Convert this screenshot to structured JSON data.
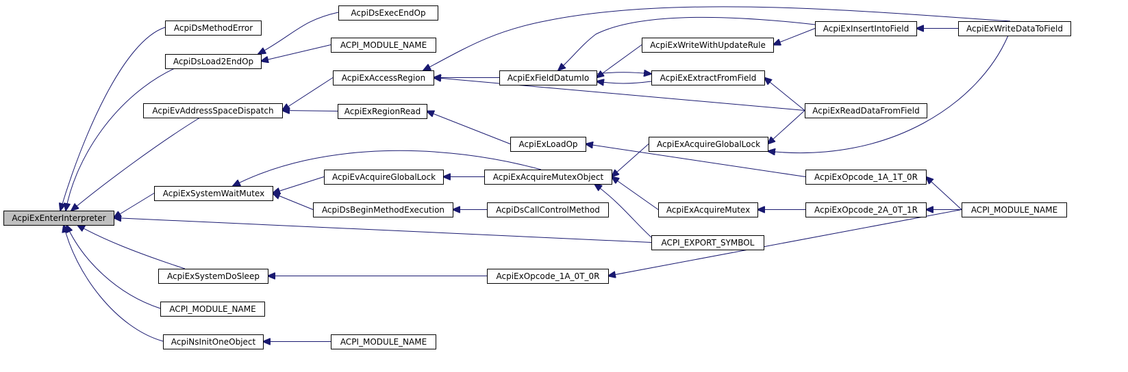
{
  "diagram": {
    "type": "call-graph",
    "root": "enter_interpreter",
    "colors": {
      "edge": "#191970",
      "root_fill": "#bfbfbf",
      "node_fill": "#ffffff",
      "node_stroke": "#000000"
    },
    "nodes": [
      {
        "id": "enter_interpreter",
        "label": "AcpiExEnterInterpreter"
      },
      {
        "id": "ds_method_error",
        "label": "AcpiDsMethodError"
      },
      {
        "id": "ds_load2_end_op",
        "label": "AcpiDsLoad2EndOp"
      },
      {
        "id": "ev_address_space_dispatch",
        "label": "AcpiEvAddressSpaceDispatch"
      },
      {
        "id": "ex_system_wait_mutex",
        "label": "AcpiExSystemWaitMutex"
      },
      {
        "id": "ex_system_do_sleep",
        "label": "AcpiExSystemDoSleep"
      },
      {
        "id": "module_name_1",
        "label": "ACPI_MODULE_NAME"
      },
      {
        "id": "ns_init_one_object",
        "label": "AcpiNsInitOneObject"
      },
      {
        "id": "ds_exec_end_op",
        "label": "AcpiDsExecEndOp"
      },
      {
        "id": "module_name_2",
        "label": "ACPI_MODULE_NAME"
      },
      {
        "id": "ex_access_region",
        "label": "AcpiExAccessRegion"
      },
      {
        "id": "ex_region_read",
        "label": "AcpiExRegionRead"
      },
      {
        "id": "ev_acquire_global_lock",
        "label": "AcpiEvAcquireGlobalLock"
      },
      {
        "id": "ds_begin_method_execution",
        "label": "AcpiDsBeginMethodExecution"
      },
      {
        "id": "module_name_3",
        "label": "ACPI_MODULE_NAME"
      },
      {
        "id": "ex_field_datum_io",
        "label": "AcpiExFieldDatumIo"
      },
      {
        "id": "ex_load_op",
        "label": "AcpiExLoadOp"
      },
      {
        "id": "ex_acquire_mutex_object",
        "label": "AcpiExAcquireMutexObject"
      },
      {
        "id": "ds_call_control_method",
        "label": "AcpiDsCallControlMethod"
      },
      {
        "id": "ex_opcode_1a_0t_0r",
        "label": "AcpiExOpcode_1A_0T_0R"
      },
      {
        "id": "ex_write_with_update_rule",
        "label": "AcpiExWriteWithUpdateRule"
      },
      {
        "id": "ex_extract_from_field",
        "label": "AcpiExExtractFromField"
      },
      {
        "id": "ex_acquire_global_lock",
        "label": "AcpiExAcquireGlobalLock"
      },
      {
        "id": "ex_acquire_mutex",
        "label": "AcpiExAcquireMutex"
      },
      {
        "id": "export_symbol",
        "label": "ACPI_EXPORT_SYMBOL"
      },
      {
        "id": "ex_insert_into_field",
        "label": "AcpiExInsertIntoField"
      },
      {
        "id": "ex_read_data_from_field",
        "label": "AcpiExReadDataFromField"
      },
      {
        "id": "ex_opcode_1a_1t_0r",
        "label": "AcpiExOpcode_1A_1T_0R"
      },
      {
        "id": "ex_opcode_2a_0t_1r",
        "label": "AcpiExOpcode_2A_0T_1R"
      },
      {
        "id": "ex_write_data_to_field",
        "label": "AcpiExWriteDataToField"
      },
      {
        "id": "module_name_4",
        "label": "ACPI_MODULE_NAME"
      }
    ],
    "edges": [
      {
        "from": "ds_method_error",
        "to": "enter_interpreter"
      },
      {
        "from": "ds_load2_end_op",
        "to": "enter_interpreter"
      },
      {
        "from": "ev_address_space_dispatch",
        "to": "enter_interpreter"
      },
      {
        "from": "ex_system_wait_mutex",
        "to": "enter_interpreter"
      },
      {
        "from": "export_symbol",
        "to": "enter_interpreter"
      },
      {
        "from": "ex_system_do_sleep",
        "to": "enter_interpreter"
      },
      {
        "from": "module_name_1",
        "to": "enter_interpreter"
      },
      {
        "from": "ns_init_one_object",
        "to": "enter_interpreter"
      },
      {
        "from": "ds_exec_end_op",
        "to": "ds_load2_end_op"
      },
      {
        "from": "module_name_2",
        "to": "ds_load2_end_op"
      },
      {
        "from": "ex_access_region",
        "to": "ev_address_space_dispatch"
      },
      {
        "from": "ex_region_read",
        "to": "ev_address_space_dispatch"
      },
      {
        "from": "ex_acquire_mutex_object",
        "to": "ex_system_wait_mutex"
      },
      {
        "from": "ev_acquire_global_lock",
        "to": "ex_system_wait_mutex"
      },
      {
        "from": "ds_begin_method_execution",
        "to": "ex_system_wait_mutex"
      },
      {
        "from": "ex_opcode_1a_0t_0r",
        "to": "ex_system_do_sleep"
      },
      {
        "from": "module_name_3",
        "to": "ns_init_one_object"
      },
      {
        "from": "ex_write_data_to_field",
        "to": "ex_access_region"
      },
      {
        "from": "ex_field_datum_io",
        "to": "ex_access_region"
      },
      {
        "from": "ex_read_data_from_field",
        "to": "ex_access_region"
      },
      {
        "from": "ex_load_op",
        "to": "ex_region_read"
      },
      {
        "from": "ex_acquire_mutex_object",
        "to": "ev_acquire_global_lock"
      },
      {
        "from": "ds_call_control_method",
        "to": "ds_begin_method_execution"
      },
      {
        "from": "ex_opcode_1a_1t_0r",
        "to": "ex_load_op"
      },
      {
        "from": "ex_insert_into_field",
        "to": "ex_field_datum_io"
      },
      {
        "from": "ex_write_with_update_rule",
        "to": "ex_field_datum_io"
      },
      {
        "from": "ex_extract_from_field",
        "to": "ex_field_datum_io"
      },
      {
        "from": "ex_field_datum_io",
        "to": "ex_extract_from_field"
      },
      {
        "from": "ex_acquire_global_lock",
        "to": "ex_acquire_mutex_object"
      },
      {
        "from": "ex_acquire_mutex",
        "to": "ex_acquire_mutex_object"
      },
      {
        "from": "export_symbol",
        "to": "ex_acquire_mutex_object"
      },
      {
        "from": "module_name_4",
        "to": "ex_opcode_1a_0t_0r"
      },
      {
        "from": "ex_insert_into_field",
        "to": "ex_write_with_update_rule"
      },
      {
        "from": "ex_read_data_from_field",
        "to": "ex_extract_from_field"
      },
      {
        "from": "ex_read_data_from_field",
        "to": "ex_acquire_global_lock"
      },
      {
        "from": "ex_write_data_to_field",
        "to": "ex_acquire_global_lock"
      },
      {
        "from": "ex_opcode_2a_0t_1r",
        "to": "ex_acquire_mutex"
      },
      {
        "from": "ex_write_data_to_field",
        "to": "ex_insert_into_field"
      },
      {
        "from": "module_name_4",
        "to": "ex_opcode_1a_1t_0r"
      },
      {
        "from": "module_name_4",
        "to": "ex_opcode_2a_0t_1r"
      }
    ]
  }
}
